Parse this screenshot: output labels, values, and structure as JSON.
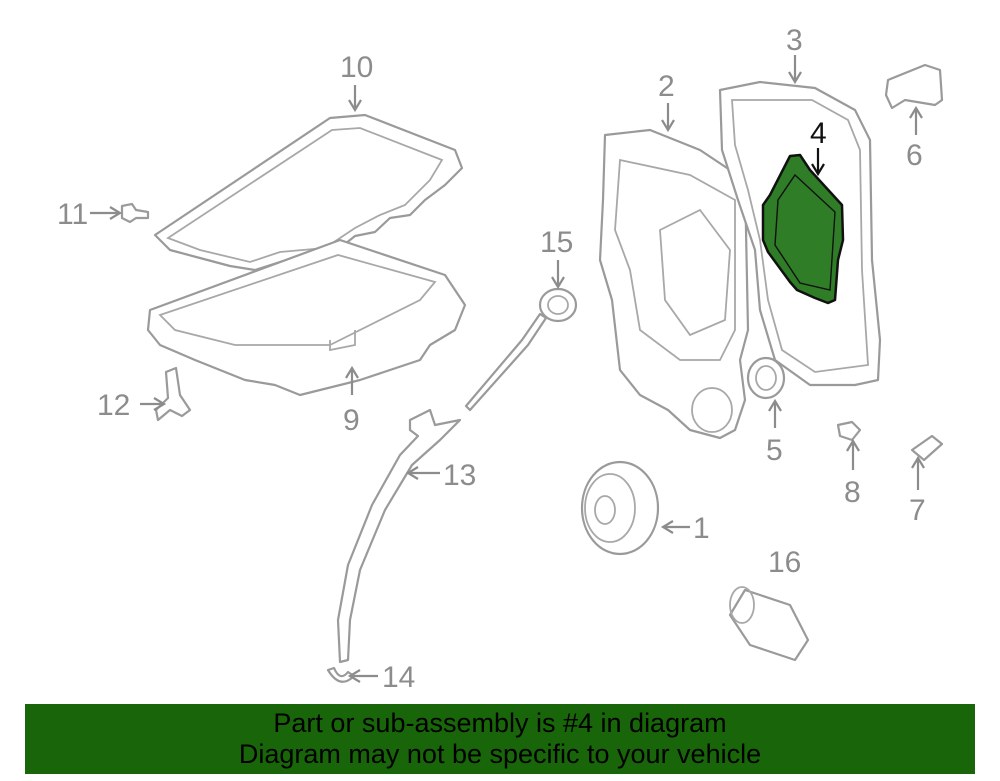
{
  "diagram": {
    "highlight_color": "#2f7d27",
    "highlighted_part": "4",
    "callouts": [
      "1",
      "2",
      "3",
      "4",
      "5",
      "6",
      "7",
      "8",
      "9",
      "10",
      "11",
      "12",
      "13",
      "14",
      "15",
      "16"
    ]
  },
  "banner": {
    "color": "#186609",
    "line1": "Part or sub-assembly is #4 in diagram",
    "line2": "Diagram may not be specific to your vehicle"
  }
}
